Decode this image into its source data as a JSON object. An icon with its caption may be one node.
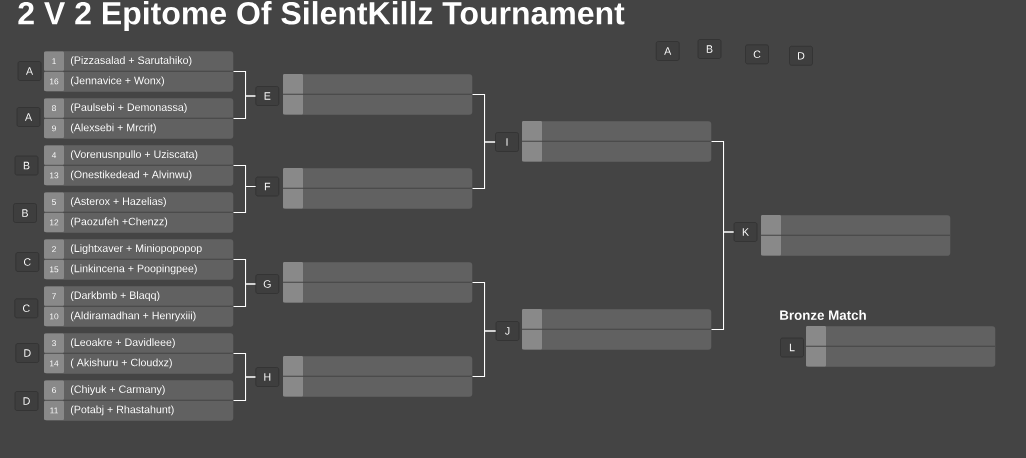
{
  "diagram": {
    "title": "2 V 2 Epitome Of SilentKillz Tournament",
    "nodes": [
      {
        "text": [
          "A"
        ]
      },
      {
        "text": [
          "1",
          "(Pizzasalad + Sarutahiko)",
          "16",
          "(Jennavice + Wonx)"
        ]
      },
      {
        "text": [
          "A"
        ]
      },
      {
        "text": [
          "8",
          "(Paulsebi + Demonassa)",
          "9",
          "(Alexsebi + Mrcrit)"
        ]
      },
      {
        "text": [
          "B"
        ]
      },
      {
        "text": [
          "4",
          "(Vorenusnpullo + Uziscata)",
          "13",
          "(Onestikedead + Alvinwu)"
        ]
      },
      {
        "text": [
          "B"
        ]
      },
      {
        "text": [
          "5",
          "(Asterox + Hazelias)",
          "12",
          "(Paozufeh +Chenzz)"
        ]
      },
      {
        "text": [
          "C"
        ]
      },
      {
        "text": [
          "2",
          "(Lightxaver + Miniopopopop",
          "15",
          "(Linkincena + Poopingpee)"
        ]
      },
      {
        "text": [
          "C"
        ]
      },
      {
        "text": [
          "7",
          "(Darkbmb + Blaqq)",
          "10",
          "(Aldiramadhan + Henryxiii)"
        ]
      },
      {
        "text": [
          "D"
        ]
      },
      {
        "text": [
          "3",
          "(Leoakre + Davidleee)",
          "14",
          "( Akishuru + Cloudxz)"
        ]
      },
      {
        "text": [
          "D"
        ]
      },
      {
        "text": [
          "6",
          "(Chiyuk + Carmany)",
          "11",
          "(Potabj + Rhastahunt)"
        ]
      },
      {
        "text": [
          "E"
        ]
      },
      {
        "text": [],
        "shape": "box"
      },
      {
        "text": [
          "F"
        ]
      },
      {
        "text": [],
        "shape": "box"
      },
      {
        "text": [
          "G"
        ]
      },
      {
        "text": [],
        "shape": "box"
      },
      {
        "text": [
          "H"
        ]
      },
      {
        "text": [],
        "shape": "box"
      },
      {
        "text": [
          "I"
        ]
      },
      {
        "text": [],
        "shape": "box"
      },
      {
        "text": [
          "J"
        ]
      },
      {
        "text": [],
        "shape": "box"
      },
      {
        "text": [
          "K"
        ]
      },
      {
        "text": [],
        "shape": "box"
      },
      {
        "text": [
          "L"
        ]
      },
      {
        "text": [],
        "shape": "box",
        "beside": [
          "Bronze Match"
        ]
      },
      {
        "text": [
          "A"
        ]
      },
      {
        "text": [
          "B"
        ]
      },
      {
        "text": [
          "C"
        ]
      },
      {
        "text": [
          "D"
        ]
      }
    ],
    "edges": [
      {
        "from": 1,
        "to": 16,
        "arrow": "none"
      },
      {
        "from": 3,
        "to": 16,
        "arrow": "none"
      },
      {
        "from": 5,
        "to": 18,
        "arrow": "none"
      },
      {
        "from": 7,
        "to": 18,
        "arrow": "none"
      },
      {
        "from": 9,
        "to": 20,
        "arrow": "none"
      },
      {
        "from": 11,
        "to": 20,
        "arrow": "none"
      },
      {
        "from": 13,
        "to": 22,
        "arrow": "none"
      },
      {
        "from": 15,
        "to": 22,
        "arrow": "none"
      },
      {
        "from": 17,
        "to": 24,
        "arrow": "none"
      },
      {
        "from": 19,
        "to": 24,
        "arrow": "none"
      },
      {
        "from": 21,
        "to": 26,
        "arrow": "none"
      },
      {
        "from": 23,
        "to": 26,
        "arrow": "none"
      },
      {
        "from": 25,
        "to": 28,
        "arrow": "none"
      },
      {
        "from": 27,
        "to": 28,
        "arrow": "none"
      }
    ]
  }
}
